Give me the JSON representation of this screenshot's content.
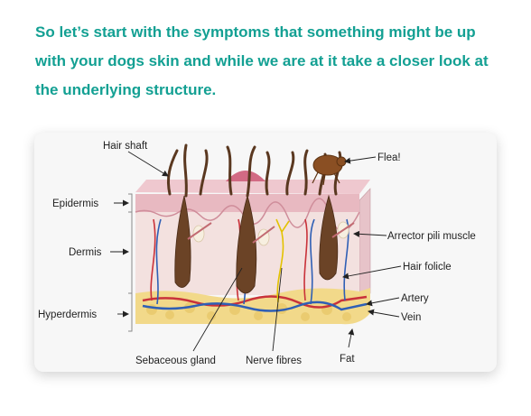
{
  "intro": {
    "text": "So let’s start with the symptoms that something might be up with your dogs skin and while we are at it take a closer look at the underlying structure."
  },
  "diagram": {
    "left_labels": {
      "epidermis": "Epidermis",
      "dermis": "Dermis",
      "hyperdermis": "Hyperdermis"
    },
    "top_labels": {
      "hair_shaft": "Hair shaft",
      "flea": "Flea!"
    },
    "right_labels": {
      "arrector_pili": "Arrector pili muscle",
      "hair_folicle": "Hair folicle",
      "artery": "Artery",
      "vein": "Vein"
    },
    "bottom_labels": {
      "sebaceous_gland": "Sebaceous gland",
      "nerve_fibres": "Nerve fibres",
      "fat": "Fat"
    }
  }
}
